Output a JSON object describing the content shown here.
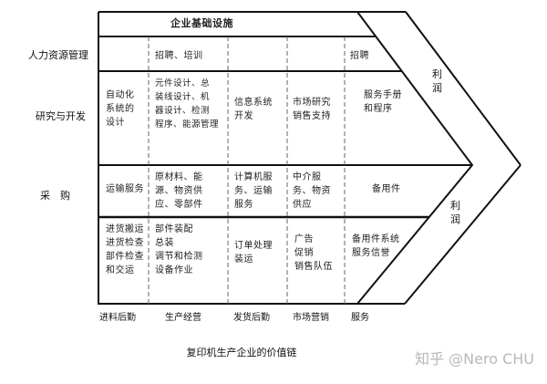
{
  "infrastructure": "企业基础设施",
  "support_rows": {
    "hr": "人力资源管理",
    "rnd": "研究与开发",
    "procurement": "采　购"
  },
  "cells": {
    "hr_production": "招聘、培训",
    "hr_service": "招聘",
    "rnd_inbound": "自动化\n系统的\n设计",
    "rnd_production": "元件设计、总\n装线设计、机\n器设计、检测\n程序、能源管理",
    "rnd_outbound": "信息系统\n开发",
    "rnd_marketing": "市场研究\n销售支持",
    "rnd_service": "服务手册\n和程序",
    "proc_inbound": "运输服务",
    "proc_production": "原材料、能\n源、物资供\n应、零部件",
    "proc_outbound": "计算机服\n务、运输\n服务",
    "proc_marketing": "中介服\n务、物资\n供应",
    "proc_service": "备用件",
    "primary_inbound": "进货搬运\n进货检查\n部件检查\n和交运",
    "primary_production": "部件装配\n总装\n调节和检测\n设备作业",
    "primary_outbound": "订单处理\n装运",
    "primary_marketing": "广告\n促销\n销售队伍",
    "primary_service": "备用件系统\n服务信誉"
  },
  "profit_upper": "利\n润",
  "profit_lower": "利\n润",
  "primary_activities": {
    "inbound": "进料后勤",
    "production": "生产经营",
    "outbound": "发货后勤",
    "marketing": "市场营销",
    "service": "服务"
  },
  "caption": "复印机生产企业的价值链",
  "watermark": "知乎 @Nero CHU"
}
